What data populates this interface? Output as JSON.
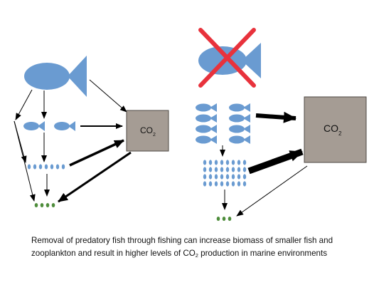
{
  "colors": {
    "fish": "#6a9bd1",
    "co2_box_fill": "#a59c94",
    "co2_box_stroke": "#4f4a45",
    "phytoplankton": "#4e8d3b",
    "cross": "#e8323c",
    "arrow": "#000000"
  },
  "icons": {
    "large_fish": "large-fish-icon",
    "small_fish": "small-fish-icon",
    "zooplankton": "zooplankton-dot-icon",
    "phytoplankton": "phytoplankton-dot-icon",
    "removal_cross": "red-x-icon"
  },
  "left_panel": {
    "co2_box": {
      "label": "CO",
      "subscript": "2"
    }
  },
  "right_panel": {
    "co2_box": {
      "label": "CO",
      "subscript": "2"
    }
  },
  "caption": {
    "line1": "Removal of predatory fish through fishing can increase biomass of smaller fish and",
    "line2_before": "zooplankton and result in higher levels of CO",
    "line2_sub": "2",
    "line2_after": " production in marine environments"
  }
}
